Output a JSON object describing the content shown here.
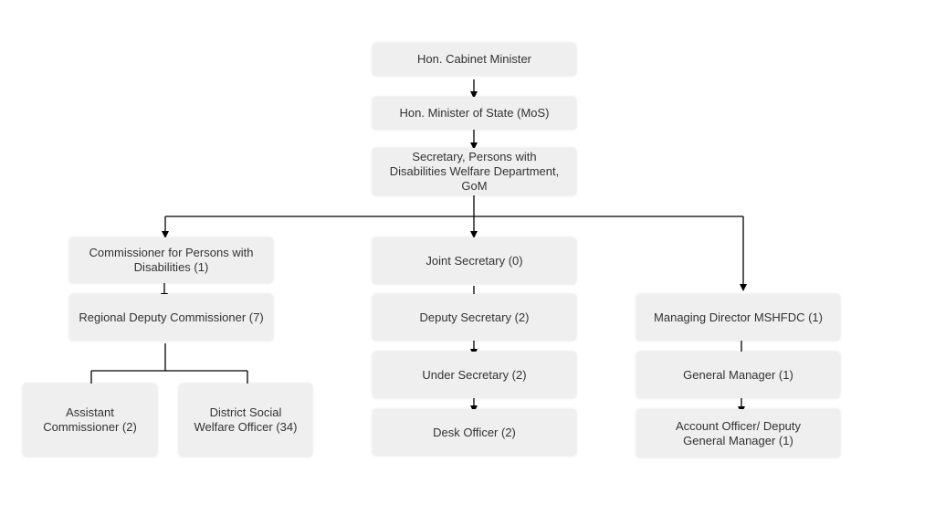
{
  "nodes": {
    "cabinet_minister": "Hon. Cabinet Minister",
    "minister_of_state": "Hon. Minister of State (MoS)",
    "secretary": "Secretary, Persons with Disabilities Welfare Department, GoM",
    "commissioner": "Commissioner for Persons with Disabilities (1)",
    "regional_deputy_commissioner": "Regional Deputy Commissioner (7)",
    "assistant_commissioner": "Assistant Commissioner (2)",
    "district_social_welfare_officer": "District Social Welfare Officer (34)",
    "joint_secretary": "Joint Secretary (0)",
    "deputy_secretary": "Deputy Secretary (2)",
    "under_secretary": "Under Secretary (2)",
    "desk_officer": "Desk Officer (2)",
    "managing_director": "Managing Director MSHFDC (1)",
    "general_manager": "General Manager (1)",
    "account_officer": "Account Officer/ Deputy General Manager (1)"
  },
  "colors": {
    "box_fill": "#efefef",
    "text": "#333333",
    "connector": "#000000"
  }
}
